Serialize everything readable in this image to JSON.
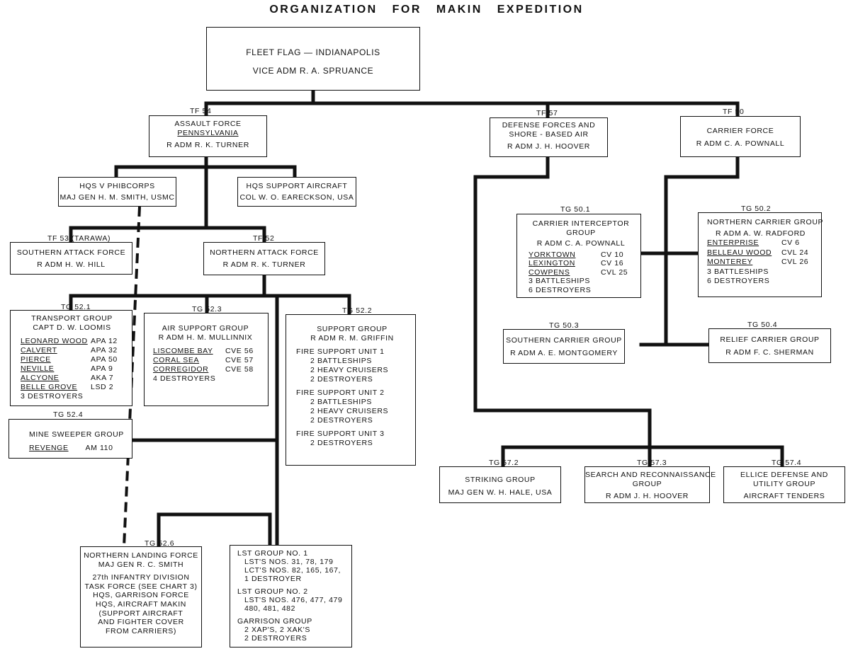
{
  "title": "ORGANIZATION FOR MAKIN EXPEDITION",
  "fleet": {
    "line1": "FLEET FLAG — INDIANAPOLIS",
    "line2": "VICE ADM R. A. SPRUANCE"
  },
  "tf54": {
    "tag": "TF 54",
    "line1": "ASSAULT FORCE",
    "line2": "PENNSYLVANIA",
    "line3": "R ADM R. K. TURNER"
  },
  "tf57": {
    "tag": "TF 57",
    "line1": "DEFENSE FORCES AND",
    "line2": "SHORE - BASED AIR",
    "line3": "R ADM J. H. HOOVER"
  },
  "tf50": {
    "tag": "TF 50",
    "line1": "CARRIER FORCE",
    "line2": "R ADM C. A. POWNALL"
  },
  "hqs_phib": {
    "line1": "HQS V PHIBCORPS",
    "line2": "MAJ GEN H. M. SMITH, USMC"
  },
  "hqs_air": {
    "line1": "HQS SUPPORT AIRCRAFT",
    "line2": "COL W. O. EARECKSON, USA"
  },
  "tf53": {
    "tag": "TF 53 (TARAWA)",
    "line1": "SOUTHERN ATTACK FORCE",
    "line2": "R ADM H. W. HILL"
  },
  "tf52": {
    "tag": "TF 52",
    "line1": "NORTHERN ATTACK FORCE",
    "line2": "R ADM R. K. TURNER"
  },
  "tg521": {
    "tag": "TG 52.1",
    "line1": "TRANSPORT GROUP",
    "line2": "CAPT D. W. LOOMIS",
    "ships": [
      {
        "name": "LEONARD WOOD",
        "value": "APA 12"
      },
      {
        "name": "CALVERT",
        "value": "APA 32"
      },
      {
        "name": "PIERCE",
        "value": "APA 50"
      },
      {
        "name": "NEVILLE",
        "value": "APA 9"
      },
      {
        "name": "ALCYONE",
        "value": "AKA 7"
      },
      {
        "name": "BELLE GROVE",
        "value": "LSD 2"
      }
    ],
    "extra": "3 DESTROYERS"
  },
  "tg523": {
    "tag": "TG 52.3",
    "line1": "AIR SUPPORT GROUP",
    "line2": "R ADM H. M. MULLINNIX",
    "ships": [
      {
        "name": "LISCOMBE BAY",
        "value": "CVE 56"
      },
      {
        "name": "CORAL SEA",
        "value": "CVE 57"
      },
      {
        "name": "CORREGIDOR",
        "value": "CVE 58"
      }
    ],
    "extra": "4 DESTROYERS"
  },
  "tg522": {
    "tag": "TG 52.2",
    "line1": "SUPPORT GROUP",
    "line2": "R ADM R. M. GRIFFIN",
    "unit1": {
      "head": "FIRE SUPPORT UNIT 1",
      "items": [
        "2 BATTLESHIPS",
        "2 HEAVY CRUISERS",
        "2 DESTROYERS"
      ]
    },
    "unit2": {
      "head": "FIRE SUPPORT UNIT 2",
      "items": [
        "2 BATTLESHIPS",
        "2 HEAVY CRUISERS",
        "2 DESTROYERS"
      ]
    },
    "unit3": {
      "head": "FIRE SUPPORT UNIT 3",
      "items": [
        "2 DESTROYERS"
      ]
    }
  },
  "tg524": {
    "tag": "TG 52.4",
    "line1": "MINE SWEEPER GROUP",
    "ship": "REVENGE",
    "value": "AM 110"
  },
  "tg526": {
    "tag": "TG 52.6",
    "line1": "NORTHERN LANDING FORCE",
    "line2": "MAJ GEN R. C. SMITH",
    "body": [
      "27th INFANTRY DIVISION",
      "TASK FORCE (SEE CHART 3)",
      "HQS, GARRISON FORCE",
      "HQS, AIRCRAFT MAKIN",
      "(SUPPORT AIRCRAFT",
      "AND FIGHTER COVER",
      "FROM CARRIERS)"
    ]
  },
  "lst": {
    "g1": [
      "LST GROUP NO. 1",
      "LST'S NOS. 31, 78, 179",
      "LCT'S NOS. 82, 165, 167,",
      "1 DESTROYER"
    ],
    "g2": [
      "LST GROUP NO. 2",
      "LST'S NOS. 476, 477, 479",
      "480, 481, 482"
    ],
    "g3": [
      "GARRISON GROUP",
      "2 XAP'S, 2 XAK'S",
      "2 DESTROYERS"
    ]
  },
  "tg501": {
    "tag": "TG 50.1",
    "line1": "CARRIER INTERCEPTOR",
    "line2": "GROUP",
    "line3": "R ADM C. A. POWNALL",
    "ships": [
      {
        "name": "YORKTOWN",
        "value": "CV 10"
      },
      {
        "name": "LEXINGTON",
        "value": "CV 16"
      },
      {
        "name": "COWPENS",
        "value": "CVL 25"
      }
    ],
    "extra1": "3 BATTLESHIPS",
    "extra2": "6 DESTROYERS"
  },
  "tg502": {
    "tag": "TG 50.2",
    "line1": "NORTHERN CARRIER GROUP",
    "line2": "R ADM A. W. RADFORD",
    "ships": [
      {
        "name": "ENTERPRISE",
        "value": "CV 6"
      },
      {
        "name": "BELLEAU WOOD",
        "value": "CVL 24"
      },
      {
        "name": "MONTEREY",
        "value": "CVL 26"
      }
    ],
    "extra1": "3 BATTLESHIPS",
    "extra2": "6 DESTROYERS"
  },
  "tg503": {
    "tag": "TG 50.3",
    "line1": "SOUTHERN CARRIER GROUP",
    "line2": "R ADM A. E. MONTGOMERY"
  },
  "tg504": {
    "tag": "TG 50.4",
    "line1": "RELIEF CARRIER GROUP",
    "line2": "R ADM F. C. SHERMAN"
  },
  "tg572": {
    "tag": "TG 57.2",
    "line1": "STRIKING GROUP",
    "line2": "MAJ GEN W. H. HALE, USA"
  },
  "tg573": {
    "tag": "TG 57.3",
    "line1": "SEARCH AND RECONNAISSANCE",
    "line2": "GROUP",
    "line3": "R ADM J. H. HOOVER"
  },
  "tg574": {
    "tag": "TG 57.4",
    "line1": "ELLICE DEFENSE AND",
    "line2": "UTILITY GROUP",
    "line3": "AIRCRAFT TENDERS"
  }
}
